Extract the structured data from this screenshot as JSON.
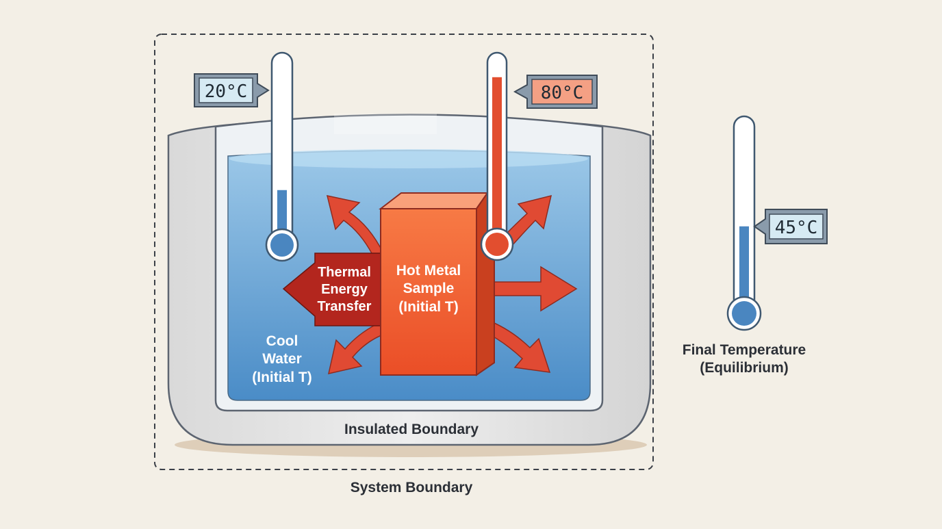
{
  "labels": {
    "system_boundary": "System Boundary",
    "insulated_boundary": "Insulated Boundary",
    "cool_water": [
      "Cool",
      "Water",
      "(Initial T)"
    ],
    "hot_metal": [
      "Hot Metal",
      "Sample",
      "(Initial T)"
    ],
    "thermal_transfer": [
      "Thermal",
      "Energy",
      "Transfer"
    ],
    "final_temperature": [
      "Final Temperature",
      "(Equilibrium)"
    ]
  },
  "thermometers": {
    "water": {
      "reading": "20°C",
      "fill_fraction": 0.28
    },
    "metal": {
      "reading": "80°C",
      "fill_fraction": 0.92
    },
    "final": {
      "reading": "45°C",
      "fill_fraction": 0.45
    }
  },
  "colors": {
    "background": "#f3efe6",
    "water": "#5b9bd3",
    "metal": "#f0582b",
    "arrow": "#d83b2c",
    "cool_display": "#d6eaf3",
    "hot_display": "#f4a084",
    "insulation": "#e6e6e6"
  }
}
